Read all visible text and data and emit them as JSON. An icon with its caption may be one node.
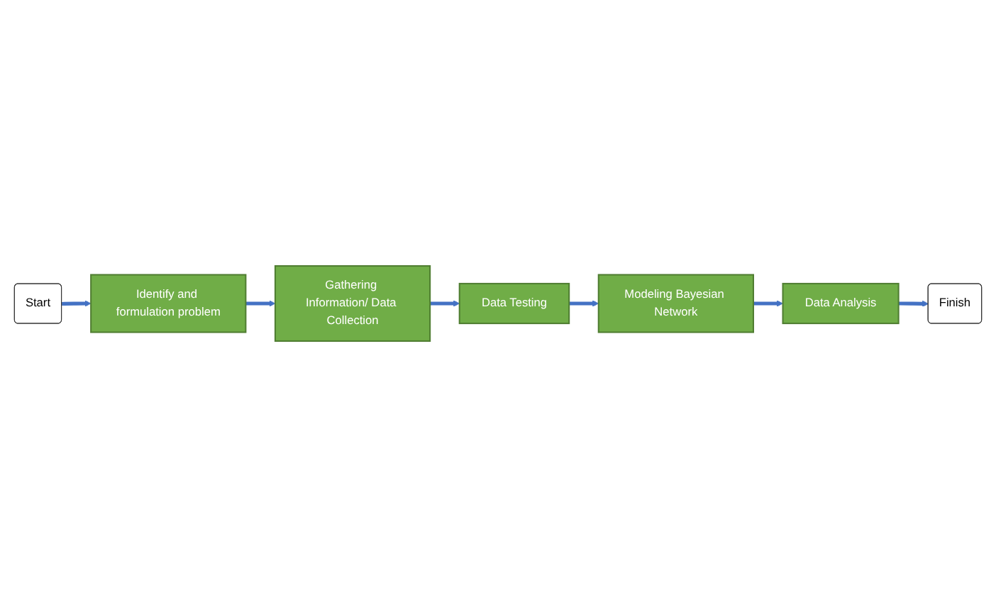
{
  "diagram": {
    "nodes": [
      {
        "text": [
          "Start"
        ]
      },
      {
        "text": [
          "Identify and formulation problem"
        ]
      },
      {
        "text": [
          "Gathering Information/ Data Collection"
        ]
      },
      {
        "text": [
          "Data Testing"
        ]
      },
      {
        "text": [
          "Modeling Bayesian Network"
        ]
      },
      {
        "text": [
          "Data Analysis"
        ]
      },
      {
        "text": [
          "Finish"
        ]
      }
    ],
    "edges": [
      {
        "from": 0,
        "to": 1,
        "arrow": "to"
      },
      {
        "from": 1,
        "to": 2,
        "arrow": "to"
      },
      {
        "from": 2,
        "to": 3,
        "arrow": "to"
      },
      {
        "from": 3,
        "to": 4,
        "arrow": "to"
      },
      {
        "from": 4,
        "to": 5,
        "arrow": "to"
      },
      {
        "from": 5,
        "to": 6,
        "arrow": "to"
      }
    ]
  }
}
